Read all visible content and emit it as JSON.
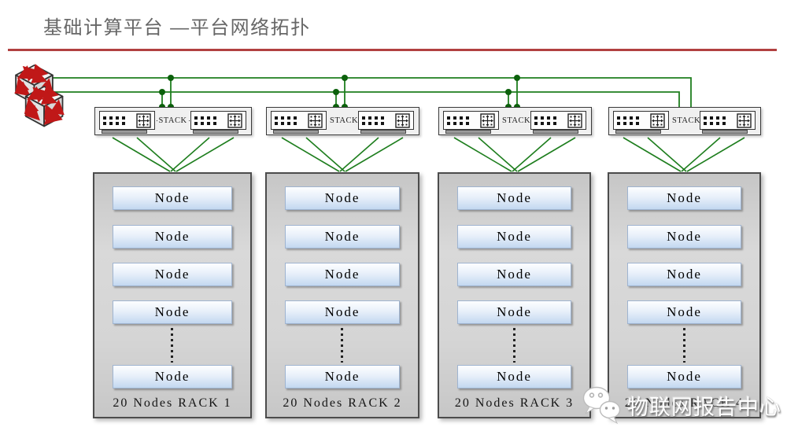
{
  "title": "基础计算平台 —平台网络拓扑",
  "stacks": [
    {
      "label": "STACK"
    },
    {
      "label": "STACK"
    },
    {
      "label": "STACK"
    },
    {
      "label": "STACK"
    }
  ],
  "racks": [
    {
      "label": "20 Nodes RACK 1",
      "nodes": [
        "Node",
        "Node",
        "Node",
        "Node",
        "Node"
      ]
    },
    {
      "label": "20 Nodes RACK 2",
      "nodes": [
        "Node",
        "Node",
        "Node",
        "Node",
        "Node"
      ]
    },
    {
      "label": "20 Nodes RACK 3",
      "nodes": [
        "Node",
        "Node",
        "Node",
        "Node",
        "Node"
      ]
    },
    {
      "label": "20 Nodes RACK 4",
      "nodes": [
        "Node",
        "Node",
        "Node",
        "Node",
        "Node"
      ]
    }
  ],
  "watermark": {
    "text": "物联网报告中心",
    "logo_icon": "wechat-logo-icon"
  },
  "icons": {
    "core_switch": "core-switch-icon",
    "switch_port": "switch-port-icon",
    "switch_ports": "switch-ports-icon"
  },
  "colors": {
    "accent_red": "#b14040",
    "wire_green": "#1e7e1e",
    "wire_dot_green": "#0c610c",
    "node_fill_top": "#fdfeff",
    "node_fill_bottom": "#c3d8f0",
    "rack_gray": "#d2d2d2",
    "title_gray": "#676767"
  }
}
